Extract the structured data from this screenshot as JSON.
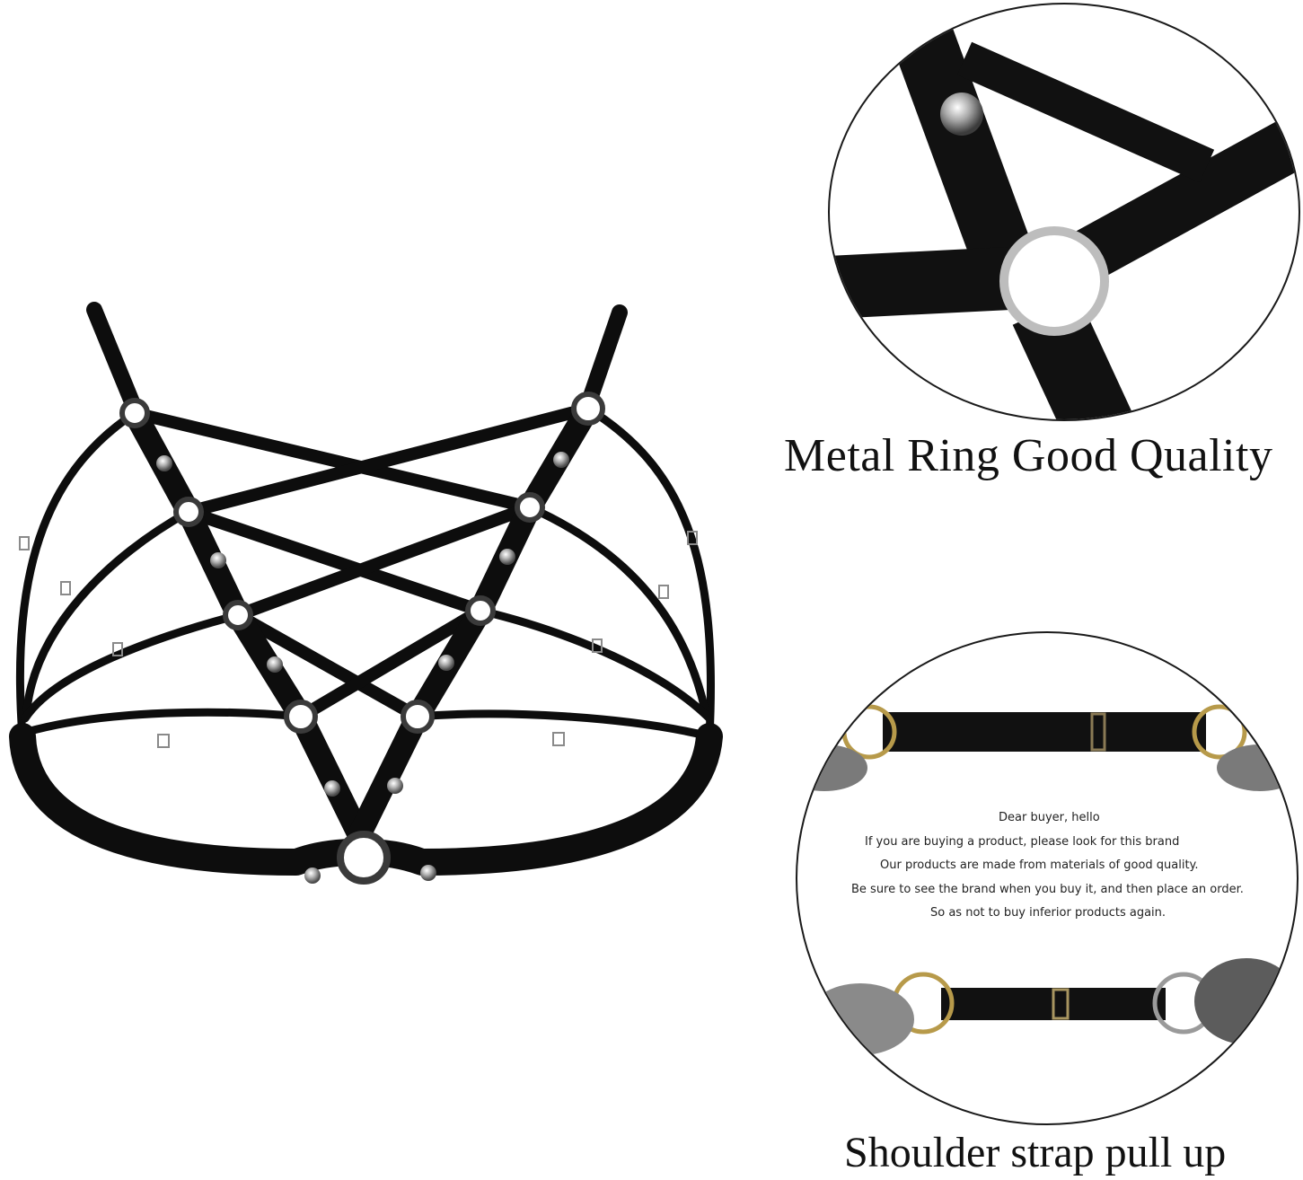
{
  "captions": {
    "metal_ring": "Metal Ring Good Quality",
    "shoulder_strap": "Shoulder strap pull up"
  },
  "notice": {
    "line1": "Dear buyer, hello",
    "line2": "If you are buying a product, please look for this brand",
    "line3": "Our products are made from materials of good quality.",
    "line4": "Be sure to see the brand when you buy it, and then place an order.",
    "line5": "So as not to buy inferior products again."
  },
  "colors": {
    "strap": "#0d0d0d",
    "metal": "#c8c8c8",
    "background": "#ffffff"
  }
}
